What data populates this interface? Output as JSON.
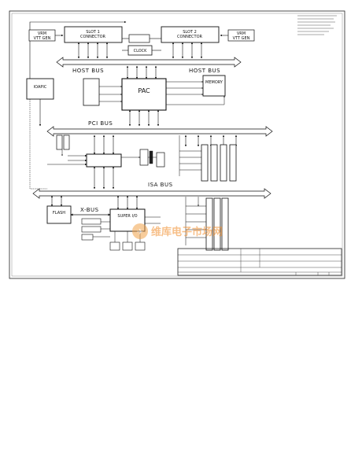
{
  "diagram": {
    "slot1_connector": "SLOT 1\nCONNECTOR",
    "slot2_connector": "SLOT 2\nCONNECTOR",
    "vrm_left": "VRM\nVTT GEN",
    "vrm_right": "VRM\nVTT GEN",
    "clock": "CLOCK",
    "host_bus_left": "HOST BUS",
    "host_bus_right": "HOST BUS",
    "pac": "PAC",
    "memory": "MEMORY",
    "ioapic": "IOAPIC",
    "pci_bus": "PCI BUS",
    "isa_bus": "ISA BUS",
    "x_bus": "X-BUS",
    "flash": "FLASH",
    "super_io": "SUPER I/O",
    "watermark": "维库电子市场网"
  },
  "title_block": {
    "rows": [
      "",
      "",
      "",
      ""
    ]
  }
}
